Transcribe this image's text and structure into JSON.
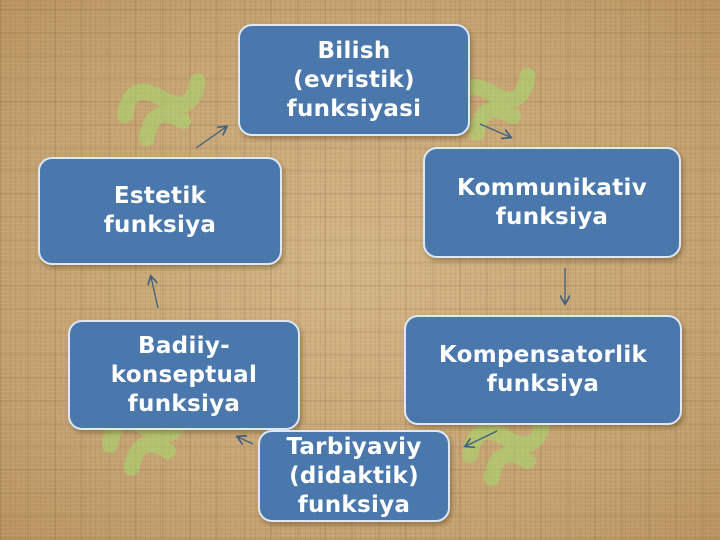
{
  "nodes": {
    "bilish": "Bilish\n(evristik)\nfunksiyasi",
    "kommunikativ": "Kommunikativ\nfunksiya",
    "kompensatorlik": "Kompensatorlik\nfunksiya",
    "tarbiyaviy": "Tarbiyaviy\n(didaktik)\nfunksiya",
    "badiiy": "Badiiy-\nkonseptual\nfunksiya",
    "estetik": "Estetik\nfunksiya"
  },
  "colors": {
    "node_fill": "#4a77ac",
    "node_border": "#dfe9f5",
    "arrow": "#3f5f80",
    "background": "#c9a876",
    "watermark": "#9fd76a"
  },
  "watermark_icon": "green-logo-watermark"
}
